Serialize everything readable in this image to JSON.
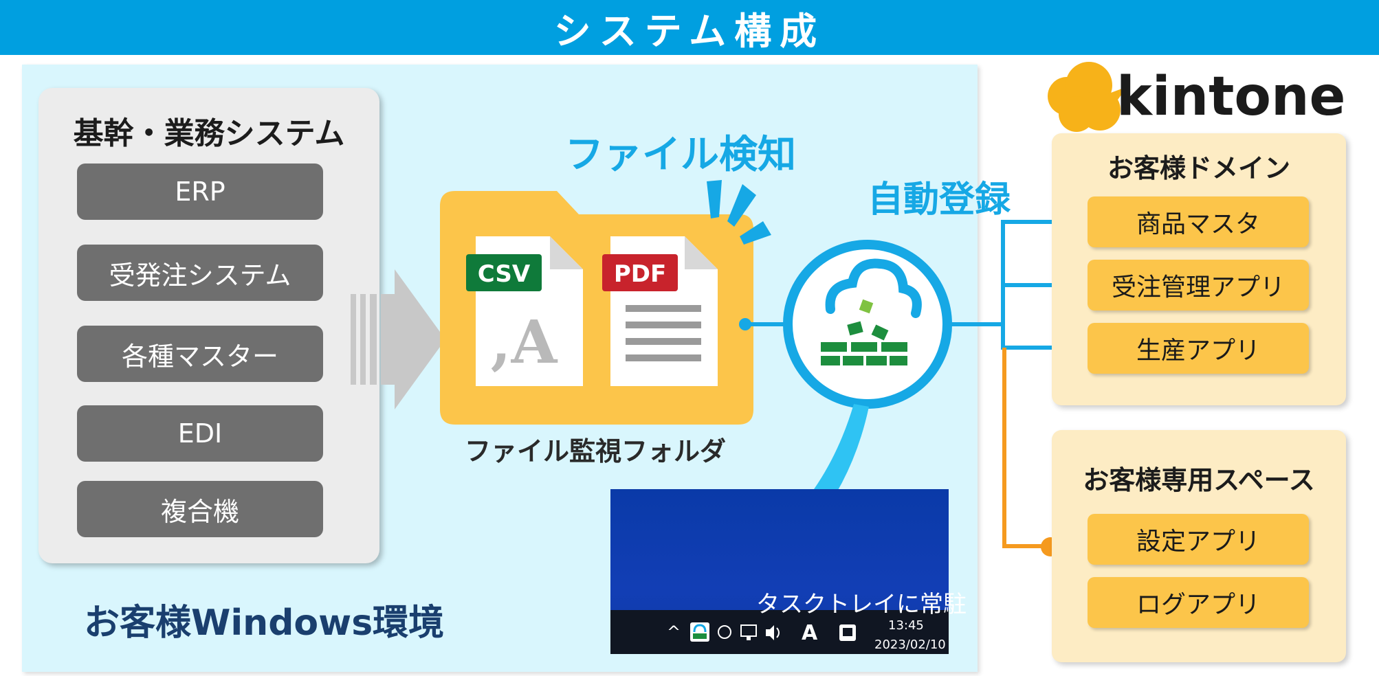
{
  "header": {
    "title": "システム構成"
  },
  "core_systems": {
    "title": "基幹・業務システム",
    "items": [
      "ERP",
      "受発注システム",
      "各種マスター",
      "EDI",
      "複合機"
    ]
  },
  "file_detection": {
    "label": "ファイル検知",
    "folder_label": "ファイル監視フォルダ",
    "csv_tag": "CSV",
    "csv_glyph": ",A",
    "pdf_tag": "PDF"
  },
  "auto_register": {
    "label": "自動登録"
  },
  "environment": {
    "label": "お客様Windows環境"
  },
  "tray": {
    "label": "タスクトレイに常駐",
    "caret": "^",
    "ime": "A",
    "time": "13:45",
    "date": "2023/02/10"
  },
  "kintone": {
    "logo_text": "kintone",
    "domain": {
      "title": "お客様ドメイン",
      "apps": [
        "商品マスタ",
        "受注管理アプリ",
        "生産アプリ"
      ]
    },
    "space": {
      "title": "お客様専用スペース",
      "apps": [
        "設定アプリ",
        "ログアプリ"
      ]
    }
  },
  "colors": {
    "header": "#009fe0",
    "environment_bg": "#d9f6fd",
    "accent_blue": "#16a8e5",
    "folder": "#fcc54a",
    "kintone_panel": "#fdecc4",
    "orange_line": "#f59a1f",
    "system_button": "#6f6f6f",
    "csv_tag": "#0f7a3a",
    "pdf_tag": "#c8232c"
  }
}
